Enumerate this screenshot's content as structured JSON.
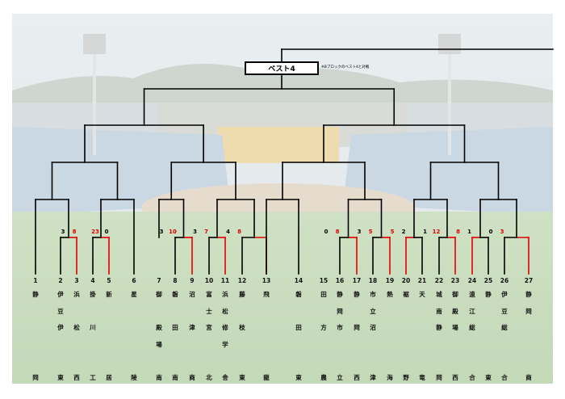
{
  "header": {
    "best4_label": "ベスト4",
    "note": "※Bブロックのベスト4と対戦"
  },
  "teams": [
    {
      "num": "1",
      "name": [
        "静",
        "",
        "",
        "",
        "",
        "岡"
      ]
    },
    {
      "num": "2",
      "name": [
        "伊",
        "豆",
        "伊",
        "",
        "",
        "東"
      ]
    },
    {
      "num": "3",
      "name": [
        "浜",
        "",
        "松",
        "",
        "",
        "西"
      ]
    },
    {
      "num": "4",
      "name": [
        "掛",
        "",
        "川",
        "",
        "",
        "工"
      ]
    },
    {
      "num": "5",
      "name": [
        "新",
        "",
        "",
        "",
        "",
        "居"
      ]
    },
    {
      "num": "6",
      "name": [
        "星",
        "",
        "",
        "",
        "",
        "陵"
      ]
    },
    {
      "num": "7",
      "name": [
        "御",
        "",
        "殿",
        "場",
        "",
        "南"
      ]
    },
    {
      "num": "8",
      "name": [
        "磐",
        "",
        "田",
        "",
        "",
        "南"
      ]
    },
    {
      "num": "9",
      "name": [
        "沼",
        "",
        "津",
        "",
        "",
        "商"
      ]
    },
    {
      "num": "10",
      "name": [
        "富",
        "士",
        "宮",
        "",
        "",
        "北"
      ]
    },
    {
      "num": "11",
      "name": [
        "浜",
        "松",
        "修",
        "学",
        "",
        "舎"
      ]
    },
    {
      "num": "12",
      "name": [
        "藤",
        "",
        "枝",
        "",
        "",
        "東"
      ]
    },
    {
      "num": "13",
      "name": [
        "飛",
        "",
        "",
        "",
        "",
        "龍"
      ]
    },
    {
      "num": "14",
      "name": [
        "磐",
        "",
        "田",
        "",
        "",
        "東"
      ]
    },
    {
      "num": "15",
      "name": [
        "田",
        "",
        "方",
        "",
        "",
        "農"
      ]
    },
    {
      "num": "16",
      "name": [
        "静",
        "岡",
        "市",
        "",
        "",
        "立"
      ]
    },
    {
      "num": "17",
      "name": [
        "静",
        "",
        "岡",
        "",
        "",
        "西"
      ]
    },
    {
      "num": "18",
      "name": [
        "市",
        "立",
        "沼",
        "",
        "",
        "津"
      ]
    },
    {
      "num": "19",
      "name": [
        "熱",
        "",
        "",
        "",
        "",
        "海"
      ]
    },
    {
      "num": "20",
      "name": [
        "裾",
        "",
        "",
        "",
        "",
        "野"
      ]
    },
    {
      "num": "21",
      "name": [
        "天",
        "",
        "",
        "",
        "",
        "竜"
      ]
    },
    {
      "num": "22",
      "name": [
        "城",
        "南",
        "静",
        "",
        "",
        "岡"
      ]
    },
    {
      "num": "23",
      "name": [
        "御",
        "殿",
        "場",
        "",
        "",
        "西"
      ]
    },
    {
      "num": "24",
      "name": [
        "遠",
        "江",
        "総",
        "",
        "",
        "合"
      ]
    },
    {
      "num": "25",
      "name": [
        "静",
        "",
        "",
        "",
        "",
        "東"
      ]
    },
    {
      "num": "26",
      "name": [
        "伊",
        "豆",
        "総",
        "",
        "",
        "合"
      ]
    },
    {
      "num": "27",
      "name": [
        "静",
        "岡",
        "",
        "",
        "",
        "商"
      ]
    }
  ],
  "scores": [
    {
      "a": "3",
      "b": "8"
    },
    {
      "a": "23",
      "b": "0"
    },
    {
      "a": "3",
      "b": "10"
    },
    {
      "a": "3",
      "b": "7"
    },
    {
      "a": "4",
      "b": "8"
    },
    {
      "a": "0",
      "b": "8"
    },
    {
      "a": "3",
      "b": "5"
    },
    {
      "a": "5",
      "b": "2"
    },
    {
      "a": "1",
      "b": "12"
    },
    {
      "a": "8",
      "b": "1"
    },
    {
      "a": "0",
      "b": "3"
    }
  ],
  "colors": {
    "winner_line": "#e00000",
    "bracket_line": "#000000",
    "winner_score": "#e00000"
  }
}
